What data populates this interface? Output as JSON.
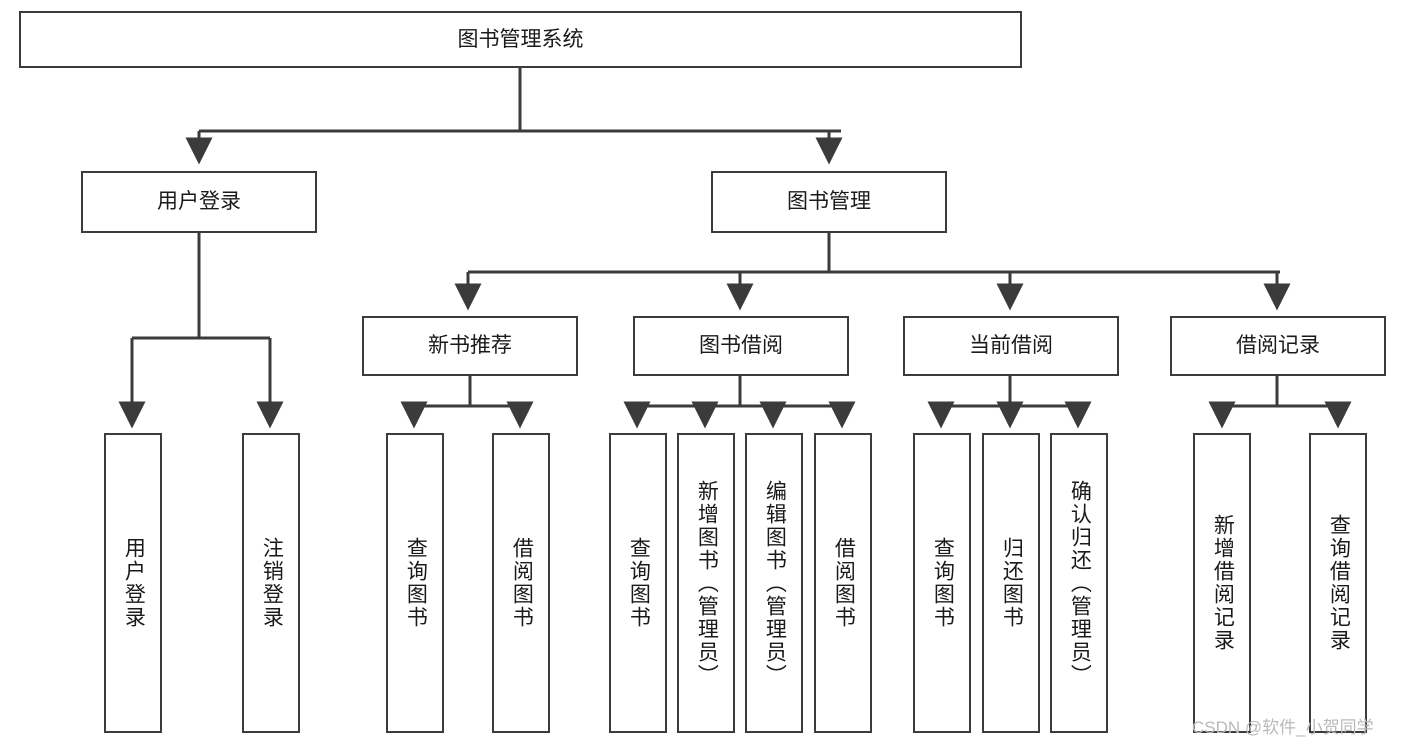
{
  "diagram": {
    "title": "图书管理系统",
    "type": "hierarchy-tree",
    "orientation": "top-down",
    "colors": {
      "box_border": "#3b3b3b",
      "box_fill": "#ffffff",
      "connector": "#3b3b3b",
      "text": "#1a1a1a",
      "watermark": "#b9b9b9"
    }
  },
  "nodes": {
    "root": {
      "label": "图书管理系统"
    },
    "level2": [
      {
        "id": "user-login",
        "label": "用户登录"
      },
      {
        "id": "book-management",
        "label": "图书管理"
      }
    ],
    "level3": [
      {
        "id": "new-book-recommend",
        "label": "新书推荐"
      },
      {
        "id": "book-borrow",
        "label": "图书借阅"
      },
      {
        "id": "current-borrow",
        "label": "当前借阅"
      },
      {
        "id": "borrow-record",
        "label": "借阅记录"
      }
    ],
    "leaves": {
      "user_login": [
        {
          "id": "leaf-user-login",
          "label": "用户登录"
        },
        {
          "id": "leaf-logout-login",
          "label": "注销登录"
        }
      ],
      "new_book_recommend": [
        {
          "id": "leaf-query-book-1",
          "label": "查询图书"
        },
        {
          "id": "leaf-borrow-book-1",
          "label": "借阅图书"
        }
      ],
      "book_borrow": [
        {
          "id": "leaf-query-book-2",
          "label": "查询图书"
        },
        {
          "id": "leaf-add-book",
          "label": "新增图书（管理员）"
        },
        {
          "id": "leaf-edit-book",
          "label": "编辑图书（管理员）"
        },
        {
          "id": "leaf-borrow-book-2",
          "label": "借阅图书"
        }
      ],
      "current_borrow": [
        {
          "id": "leaf-query-book-3",
          "label": "查询图书"
        },
        {
          "id": "leaf-return-book",
          "label": "归还图书"
        },
        {
          "id": "leaf-confirm-return",
          "label": "确认归还（管理员）"
        }
      ],
      "borrow_record": [
        {
          "id": "leaf-add-borrow-record",
          "label": "新增借阅记录"
        },
        {
          "id": "leaf-query-borrow-record",
          "label": "查询借阅记录"
        }
      ]
    }
  },
  "watermark": {
    "text": "CSDN @软件_小贺同学"
  }
}
